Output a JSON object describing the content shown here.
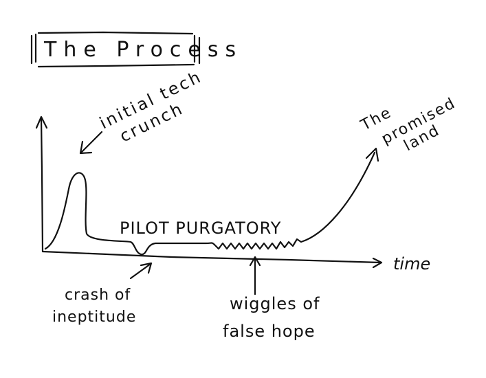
{
  "title": "The Process",
  "axes": {
    "x_label": "time"
  },
  "annotations": {
    "initial_tech_crunch": [
      "initial tech",
      "crunch"
    ],
    "promised_land": [
      "The",
      "promised",
      "land"
    ],
    "pilot_purgatory": "PILOT PURGATORY",
    "crash_of_ineptitude": [
      "crash of",
      "ineptitude"
    ],
    "wiggles_of_false_hope": [
      "wiggles of",
      "false hope"
    ]
  }
}
